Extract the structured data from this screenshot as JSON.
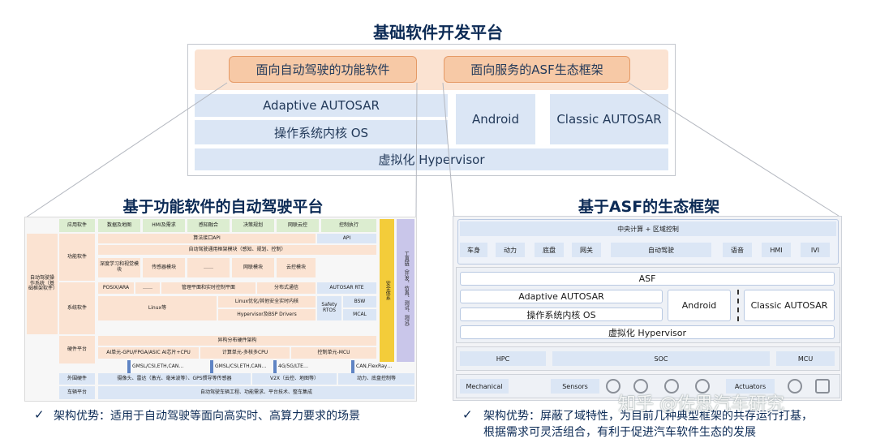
{
  "top": {
    "title": "基础软件开发平台",
    "functional": "面向自动驾驶的功能软件",
    "asf": "面向服务的ASF生态框架",
    "adaptive": "Adaptive AUTOSAR",
    "os": "操作系统内核 OS",
    "android": "Android",
    "classic": "Classic AUTOSAR",
    "hypervisor": "虚拟化 Hypervisor"
  },
  "left": {
    "title": "基于功能软件的自动驾驶平台",
    "side_label": "自动驾驶操作系统（基础框架软件）",
    "app_layer": "应用软件",
    "apps": [
      "数据及地图",
      "HMI及需求",
      "感知融合",
      "决策规划",
      "网联云控",
      "控制执行"
    ],
    "func_layer": "功能软件",
    "algo_api": "算法接口API",
    "api": "API",
    "func_module": "自动驾驶通用框架模块（感知、规划、控制）",
    "dl": "深度学习和视觉模块",
    "sensor": "传感器模块",
    "dots": "……",
    "net": "网联模块",
    "cloud": "云控模块",
    "sys_layer": "系统软件",
    "posix": "POSIX/ARA",
    "dots2": "……",
    "mgmt": "管理平面和实时控制平面",
    "dist": "分布式通信",
    "autosar_rte": "AUTOSAR RTE",
    "linux": "Linux等",
    "linux_opt": "Linux优化/其他安全实时内核",
    "hyp_bsp": "Hypervisor及BSP Drivers",
    "safety_rtos": "Safety RTOS",
    "bsw": "BSW",
    "mcal": "MCAL",
    "hw_layer": "硬件平台",
    "hetero": "异构分布硬件架构",
    "ai_unit": "AI单元-GPU/FPGA/ASIC AI芯片+CPU",
    "compute": "计算单元-多核多CPU",
    "control_mcu": "控制单元-MCU",
    "safety": "安全体系",
    "toolchain": "工具链（开发、仿真、测试、测试）",
    "link1": "GMSL/CSI,ETH,CAN…",
    "link2": "GMSL/CSI,ETH,CAN…",
    "link3": "4G/5G/LTE…",
    "link4": "CAN,FlexRay…",
    "periph_layer": "外围硬件",
    "periph": "摄像头、雷达（激光、毫米波等）、GPS惯导等传感器",
    "v2x": "V2X（云控、地图等）",
    "power": "动力、底盘控制等",
    "vehicle_layer": "车辆平台",
    "vehicle": "自动驾驶车辆工程、功能需求、平台技术、整车集成",
    "advantage": "架构优势：适用于自动驾驶等面向高实时、高算力要求的场景"
  },
  "right": {
    "title": "基于ASF的生态框架",
    "central": "中央计算 + 区域控制",
    "domains": [
      "车身",
      "动力",
      "底盘",
      "网关",
      "自动驾驶",
      "语音",
      "HMI",
      "IVI"
    ],
    "asf": "ASF",
    "adaptive": "Adaptive AUTOSAR",
    "os": "操作系统内核 OS",
    "android": "Android",
    "classic": "Classic AUTOSAR",
    "hypervisor": "虚拟化 Hypervisor",
    "hpc": "HPC",
    "soc": "SOC",
    "mcu": "MCU",
    "mechanical": "Mechanical",
    "sensors": "Sensors",
    "actuators": "Actuators",
    "advantage_line1": "架构优势：屏蔽了域特性，为目前几种典型框架的共存运行打基，",
    "advantage_line2": "根据需求可灵活组合，有利于促进汽车软件生态的发展"
  },
  "checkmark": "✓",
  "watermark": "知乎 @佐思汽车研究"
}
